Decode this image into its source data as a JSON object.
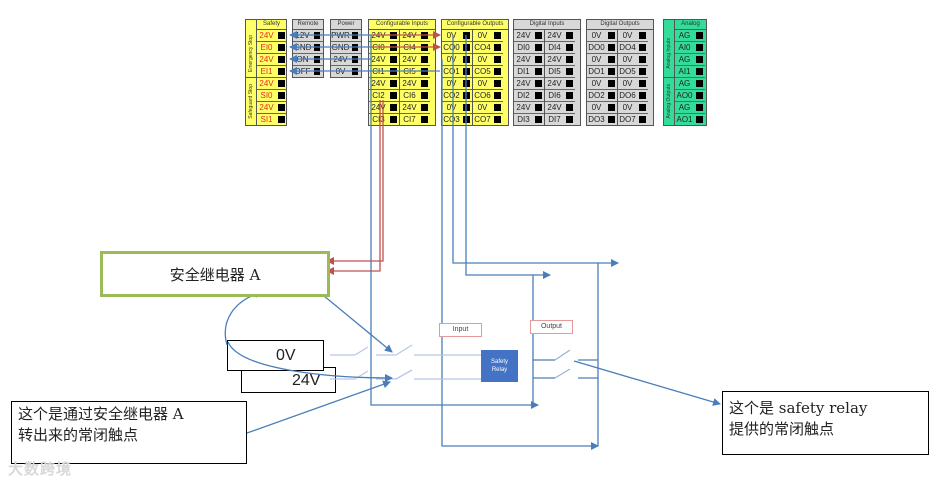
{
  "terminal_blocks": {
    "safety": {
      "header": "Safety",
      "groups": [
        "Emergency Stop",
        "Safeguard Stop"
      ],
      "labels": [
        "24V",
        "EI0",
        "24V",
        "EI1",
        "24V",
        "SI0",
        "24V",
        "SI1"
      ]
    },
    "remote": {
      "header": "Remote",
      "labels": [
        "12V",
        "GND",
        "ON",
        "OFF"
      ]
    },
    "power": {
      "header": "Power",
      "labels": [
        "PWR",
        "GND",
        "24V",
        "0V"
      ]
    },
    "configurable_inputs": {
      "header": "Configurable Inputs",
      "col1": [
        "24V",
        "CI0",
        "24V",
        "CI1",
        "24V",
        "CI2",
        "24V",
        "CI3"
      ],
      "col2": [
        "24V",
        "CI4",
        "24V",
        "CI5",
        "24V",
        "CI6",
        "24V",
        "CI7"
      ]
    },
    "configurable_outputs": {
      "header": "Configurable Outputs",
      "col1": [
        "0V",
        "CO0",
        "0V",
        "CO1",
        "0V",
        "CO2",
        "0V",
        "CO3"
      ],
      "col2": [
        "0V",
        "CO4",
        "0V",
        "CO5",
        "0V",
        "CO6",
        "0V",
        "CO7"
      ]
    },
    "digital_inputs": {
      "header": "Digital Inputs",
      "col1": [
        "24V",
        "DI0",
        "24V",
        "DI1",
        "24V",
        "DI2",
        "24V",
        "DI3"
      ],
      "col2": [
        "24V",
        "DI4",
        "24V",
        "DI5",
        "24V",
        "DI6",
        "24V",
        "DI7"
      ]
    },
    "digital_outputs": {
      "header": "Digital Outputs",
      "col1": [
        "0V",
        "DO0",
        "0V",
        "DO1",
        "0V",
        "DO2",
        "0V",
        "DO3"
      ],
      "col2": [
        "0V",
        "DO4",
        "0V",
        "DO5",
        "0V",
        "DO6",
        "0V",
        "DO7"
      ]
    },
    "analog": {
      "header": "Analog",
      "groups": [
        "Analog Inputs",
        "Analog Outputs"
      ],
      "labels": [
        "AG",
        "AI0",
        "AG",
        "AI1",
        "AG",
        "AO0",
        "AG",
        "AO1"
      ]
    }
  },
  "relay_a": {
    "label": "安全继电器 A"
  },
  "voltage_boxes": {
    "zero_v": "0V",
    "v24": "24V"
  },
  "safety_relay": {
    "label_line1": "Safety",
    "label_line2": "Relay",
    "input_tag": "Input",
    "output_tag": "Output"
  },
  "notes": {
    "left_line1": "这个是通过安全继电器 A",
    "left_line2": "转出来的常闭触点",
    "right_line1": "这个是 safety relay",
    "right_line2": "提供的常闭触点"
  },
  "watermark": "大数跨境",
  "colors": {
    "wire_blue": "#4a7ebb",
    "wire_red": "#c0504d",
    "relay_border": "#9bbb59",
    "safety_relay_fill": "#4472c4",
    "terminal_yellow": "#ffff66",
    "terminal_gray": "#d8d8d8",
    "terminal_green": "#33dd99"
  }
}
